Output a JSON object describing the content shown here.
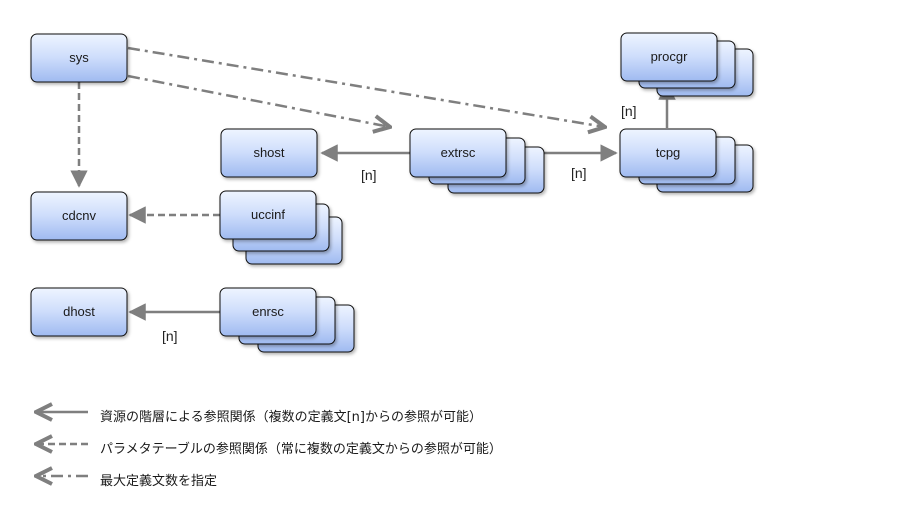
{
  "nodes": {
    "sys": "sys",
    "cdcnv": "cdcnv",
    "dhost": "dhost",
    "shost": "shost",
    "extrsc": "extrsc",
    "uccinf": "uccinf",
    "enrsc": "enrsc",
    "procgr": "procgr",
    "tcpg": "tcpg"
  },
  "edge_labels": {
    "extrsc_shost": "[n]",
    "extrsc_tcpg": "[n]",
    "tcpg_procgr": "[n]",
    "enrsc_dhost": "[n]"
  },
  "legend": [
    {
      "style": "solid",
      "text": "資源の階層による参照関係（複数の定義文[n]からの参照が可能）"
    },
    {
      "style": "dashed",
      "text": "パラメタテーブルの参照関係（常に複数の定義文からの参照が可能）"
    },
    {
      "style": "dashdot",
      "text": "最大定義文数を指定"
    }
  ],
  "colors": {
    "node_fill_top": "#eaf1ff",
    "node_fill_bottom": "#a9c3f2",
    "node_border": "#111111",
    "arrow": "#7f7f7f"
  }
}
